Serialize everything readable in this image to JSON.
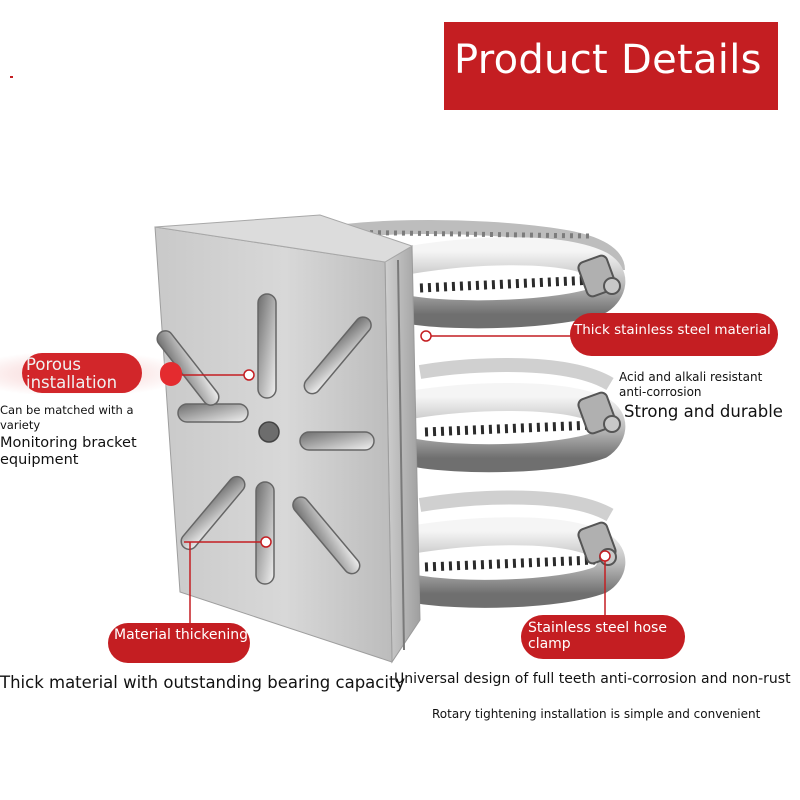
{
  "title": "Product Details",
  "callouts": {
    "thick_steel": "Thick stainless steel material",
    "acid_resistant": "Acid and alkali resistant anti-corrosion",
    "strong": "Strong and durable",
    "porous": "Porous installation",
    "matched": "Can be matched with a variety",
    "monitoring": "Monitoring bracket equipment",
    "material_thickening": "Material thickening",
    "thick_bearing": "Thick material with outstanding bearing capacity",
    "hose_clamp": "Stainless steel hose clamp",
    "universal": "Universal design of full teeth anti-corrosion and non-rust",
    "rotary": "Rotary tightening installation is simple and convenient"
  },
  "colors": {
    "accent": "#c41e22",
    "steel_light": "#d7d7d7",
    "steel_dark": "#8c8c8c"
  }
}
